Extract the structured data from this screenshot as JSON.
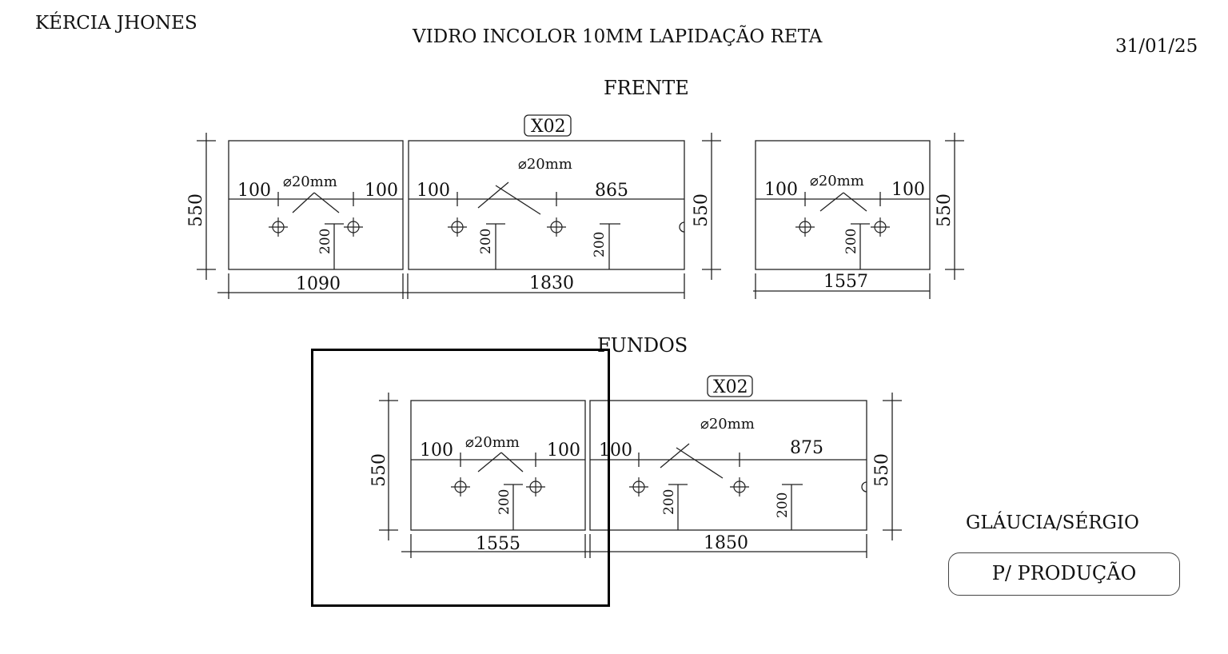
{
  "header": {
    "client": "KÉRCIA JHONES",
    "title": "VIDRO INCOLOR 10MM LAPIDAÇÃO RETA",
    "date": "31/01/25"
  },
  "sections": {
    "front": "FRENTE",
    "back": "FUNDOS"
  },
  "footer": {
    "names": "GLÁUCIA/SÉRGIO",
    "status": "P/ PRODUÇÃO"
  },
  "drawing": {
    "front_tag": "X02",
    "back_tag": "X02",
    "front_panels": [
      {
        "width": "1090",
        "height": "550",
        "left_offset": "100",
        "right_offset": "100",
        "hole": "⌀20mm",
        "depth": "200"
      },
      {
        "width": "1830",
        "height": "550",
        "left_offset": "100",
        "right_offset": "865",
        "hole": "⌀20mm",
        "depth_1": "200",
        "depth_2": "200"
      },
      {
        "width": "1557",
        "height": "550",
        "left_offset": "100",
        "right_offset": "100",
        "hole": "⌀20mm",
        "depth": "200"
      }
    ],
    "back_panels": [
      {
        "width": "1555",
        "height": "550",
        "left_offset": "100",
        "right_offset": "100",
        "hole": "⌀20mm",
        "depth": "200"
      },
      {
        "width": "1850",
        "height": "550",
        "left_offset": "100",
        "right_offset": "875",
        "hole": "⌀20mm",
        "depth_1": "200",
        "depth_2": "200"
      }
    ]
  }
}
